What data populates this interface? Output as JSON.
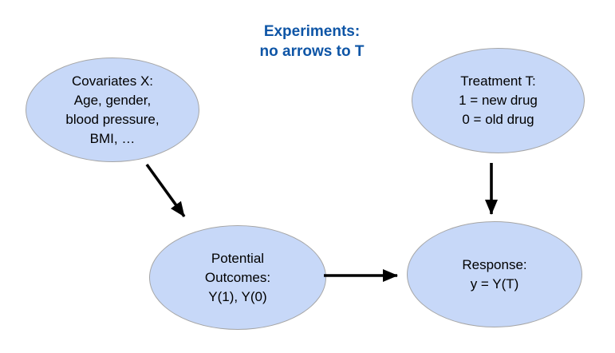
{
  "title": {
    "line1": "Experiments:",
    "line2": "no arrows to T"
  },
  "nodes": {
    "covariates": {
      "lines": [
        "Covariates X:",
        "Age, gender,",
        "blood pressure,",
        "BMI, …"
      ]
    },
    "treatment": {
      "lines": [
        "Treatment T:",
        "1 = new drug",
        "0 = old drug"
      ]
    },
    "potential_outcomes": {
      "lines": [
        "Potential",
        "Outcomes:",
        "Y(1), Y(0)"
      ]
    },
    "response": {
      "lines": [
        "Response:",
        "y = Y(T)"
      ]
    }
  },
  "edges": [
    {
      "from": "covariates",
      "to": "potential_outcomes"
    },
    {
      "from": "treatment",
      "to": "response"
    },
    {
      "from": "potential_outcomes",
      "to": "response"
    }
  ],
  "colors": {
    "background": "#ffffff",
    "node_fill": "#c7d8f8",
    "node_border": "#a6a6a6",
    "node_text": "#000000",
    "title_text": "#0e55a6",
    "arrow": "#000000"
  }
}
